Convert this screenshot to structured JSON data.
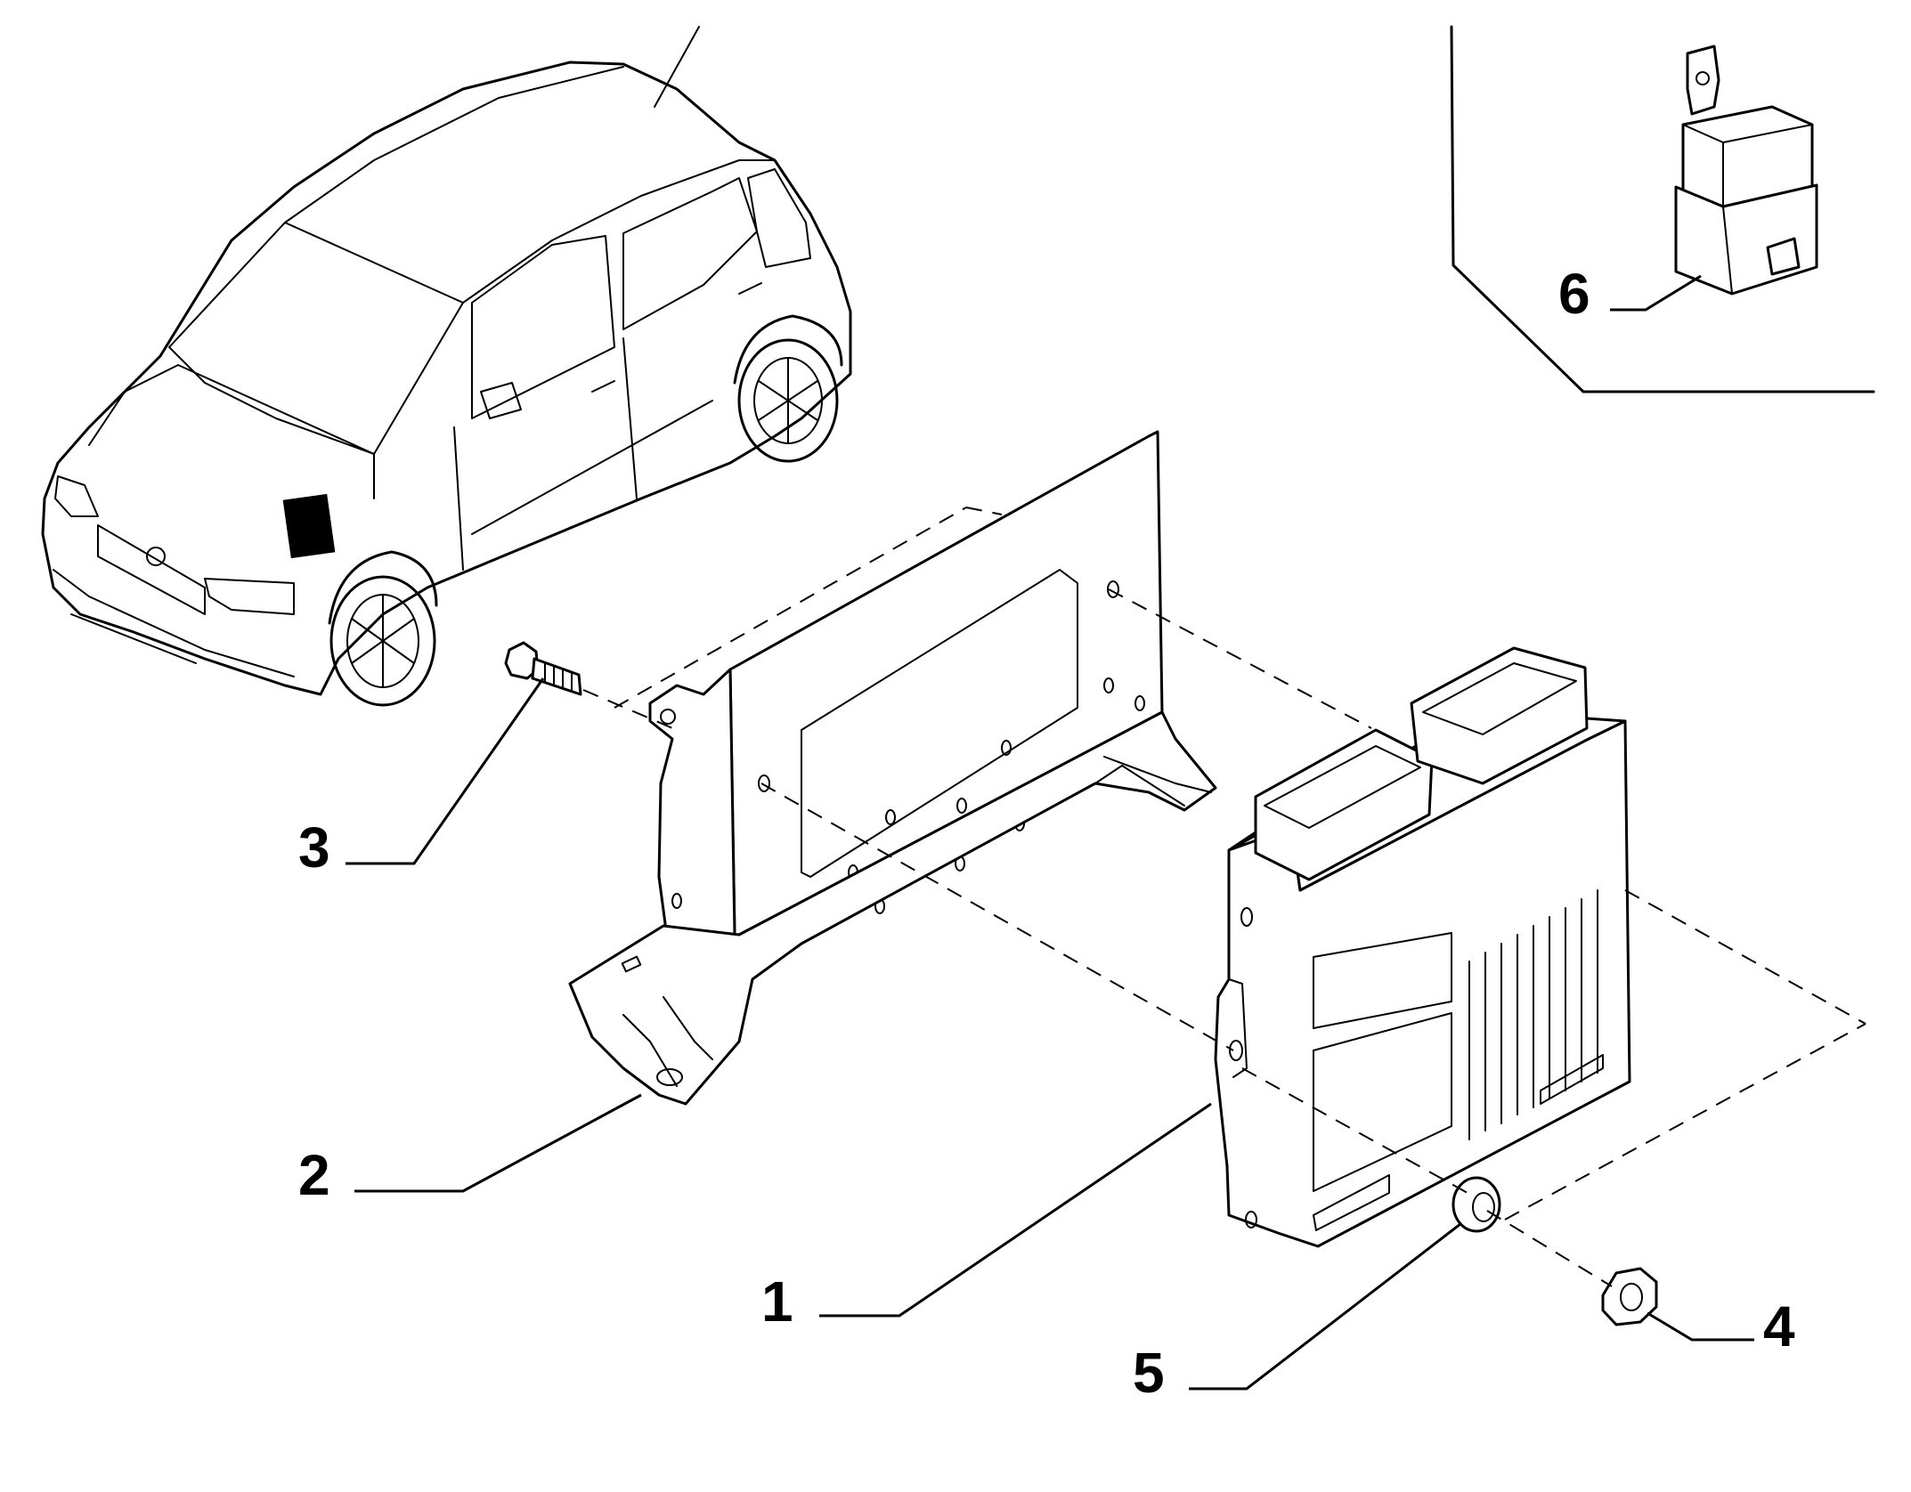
{
  "diagram": {
    "callouts": [
      {
        "id": "callout-1",
        "label": "1",
        "part": "ecu"
      },
      {
        "id": "callout-2",
        "label": "2",
        "part": "mounting-bracket"
      },
      {
        "id": "callout-3",
        "label": "3",
        "part": "bolt"
      },
      {
        "id": "callout-4",
        "label": "4",
        "part": "nut"
      },
      {
        "id": "callout-5",
        "label": "5",
        "part": "washer"
      },
      {
        "id": "callout-6",
        "label": "6",
        "part": "relay"
      }
    ]
  }
}
